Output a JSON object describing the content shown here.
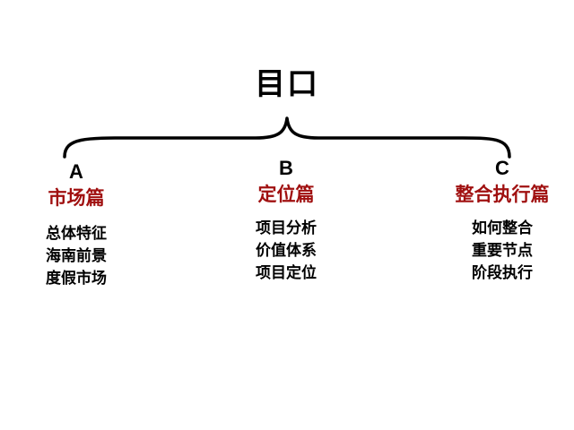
{
  "title": "目口",
  "colors": {
    "heading": "#a01010",
    "text": "#000000",
    "background": "#ffffff"
  },
  "sections": [
    {
      "letter": "A",
      "heading": "市场篇",
      "items": [
        "总体特征",
        "海南前景",
        "度假市场"
      ]
    },
    {
      "letter": "B",
      "heading": "定位篇",
      "items": [
        "项目分析",
        "价值体系",
        "项目定位"
      ]
    },
    {
      "letter": "C",
      "heading": "整合执行篇",
      "items": [
        "如何整合",
        "重要节点",
        "阶段执行"
      ]
    }
  ]
}
